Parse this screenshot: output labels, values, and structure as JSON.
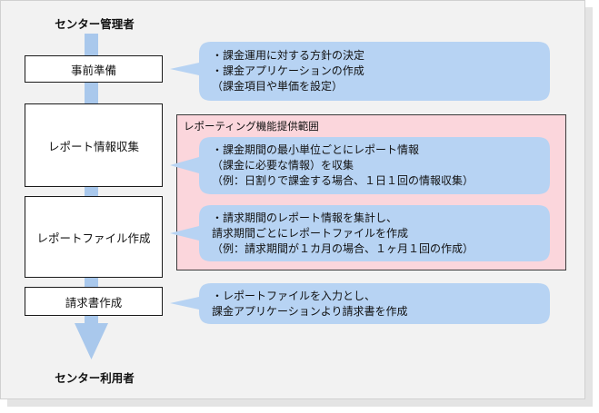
{
  "roles": {
    "top": "センター管理者",
    "bottom": "センター利用者"
  },
  "stages": [
    "事前準備",
    "レポート情報収集",
    "レポートファイル作成",
    "請求書作成"
  ],
  "scope_label": "レポーティング機能提供範囲",
  "bubbles": [
    {
      "lines": [
        "・課金運用に対する方針の決定",
        "・課金アプリケーションの作成",
        "（課金項目や単価を設定）"
      ]
    },
    {
      "lines": [
        "・課金期間の最小単位ごとにレポート情報",
        "（課金に必要な情報）を収集",
        "（例：日割りで課金する場合、１日１回の情報収集）"
      ]
    },
    {
      "lines": [
        "・請求期間のレポート情報を集計し、",
        "請求期間ごとにレポートファイルを作成",
        "（例：請求期間が１カ月の場合、１ヶ月１回の作成）"
      ]
    },
    {
      "lines": [
        "・レポートファイルを入力とし、",
        "課金アプリケーションより請求書を作成"
      ]
    }
  ],
  "colors": {
    "panel": "#f2f2f2",
    "flow_arrow": "#a9c8ec",
    "bubble": "#b7d3f3",
    "scope_fill": "#fbd6dc"
  }
}
